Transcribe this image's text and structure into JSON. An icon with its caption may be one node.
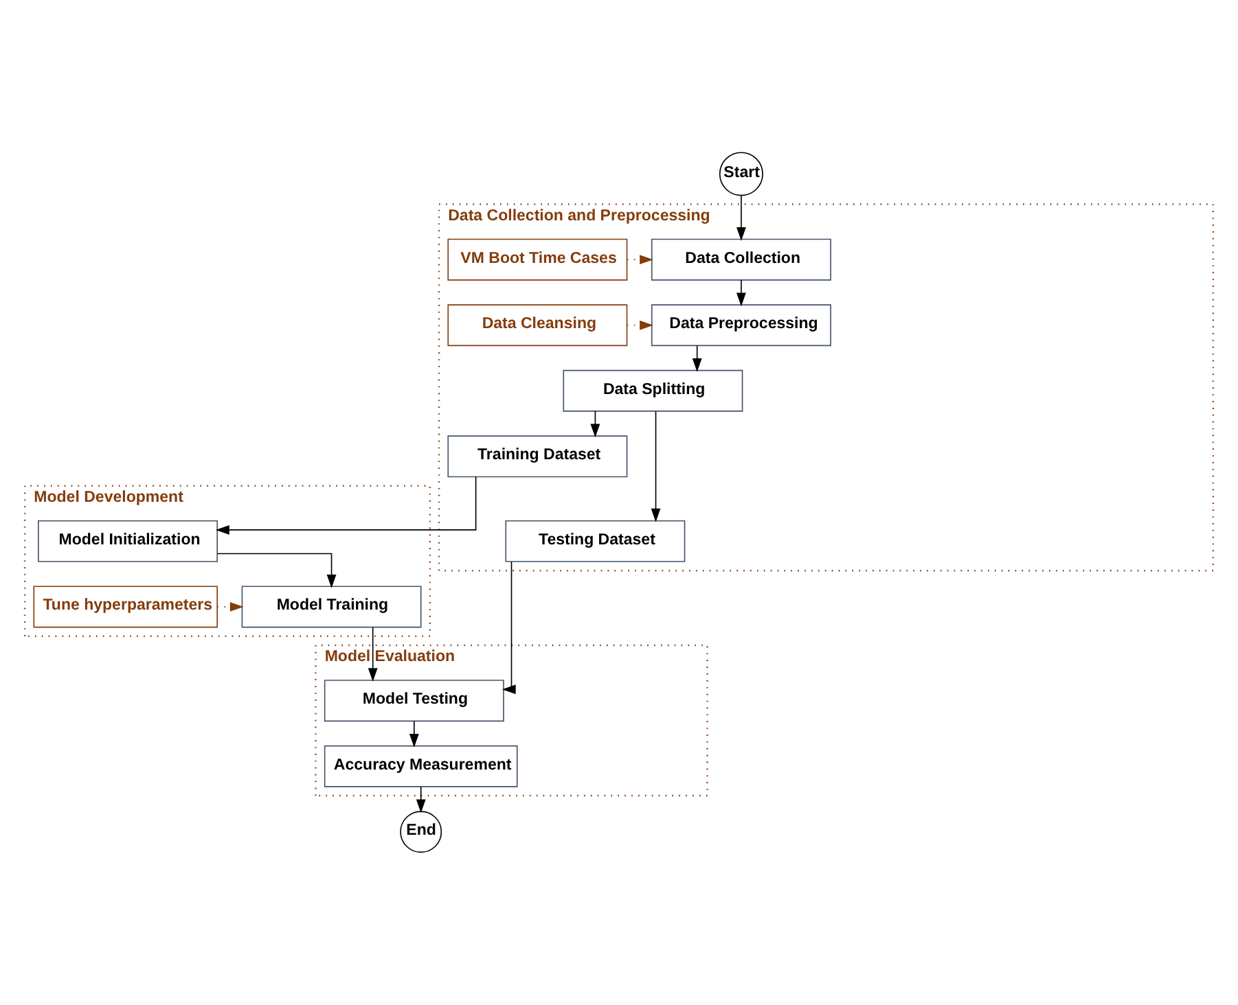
{
  "diagram": {
    "nodes": [
      {
        "text": [
          "Start"
        ]
      },
      {
        "text": [
          "Data Collection and Preprocessing"
        ]
      },
      {
        "text": [
          "Data Collection"
        ],
        "in": 1
      },
      {
        "text": [
          "VM Boot Time Cases"
        ],
        "in": 1
      },
      {
        "text": [
          "Data Preprocessing"
        ],
        "in": 1
      },
      {
        "text": [
          "Data Cleansing"
        ],
        "in": 1
      },
      {
        "text": [
          "Data Splitting"
        ],
        "in": 1
      },
      {
        "text": [
          "Training Dataset"
        ],
        "in": 1
      },
      {
        "text": [
          "Testing Dataset"
        ],
        "in": 1
      },
      {
        "text": [
          "Model Development"
        ]
      },
      {
        "text": [
          "Model Initialization"
        ],
        "in": 9
      },
      {
        "text": [
          "Tune hyperparameters"
        ],
        "in": 9
      },
      {
        "text": [
          "Model Training"
        ],
        "in": 9
      },
      {
        "text": [
          "Model Evaluation"
        ]
      },
      {
        "text": [
          "Model Testing"
        ],
        "in": 13
      },
      {
        "text": [
          "Accuracy Measurement"
        ],
        "in": 13
      },
      {
        "text": [
          "End"
        ]
      }
    ],
    "edges": [
      {
        "from": 0,
        "to": 2,
        "arrow": "to"
      },
      {
        "from": 3,
        "to": 2,
        "arrow": "to",
        "style": "dashed",
        "color": "#843c0c"
      },
      {
        "from": 2,
        "to": 4,
        "arrow": "to"
      },
      {
        "from": 5,
        "to": 4,
        "arrow": "to",
        "style": "dashed",
        "color": "#843c0c"
      },
      {
        "from": 4,
        "to": 6,
        "arrow": "to"
      },
      {
        "from": 6,
        "to": 7,
        "arrow": "to"
      },
      {
        "from": 6,
        "to": 8,
        "arrow": "to"
      },
      {
        "from": 7,
        "to": 10,
        "arrow": "to"
      },
      {
        "from": 10,
        "to": 12,
        "arrow": "to"
      },
      {
        "from": 11,
        "to": 12,
        "arrow": "to",
        "style": "dashed",
        "color": "#843c0c"
      },
      {
        "from": 12,
        "to": 14,
        "arrow": "to"
      },
      {
        "from": 8,
        "to": 14,
        "arrow": "to"
      },
      {
        "from": 14,
        "to": 15,
        "arrow": "to"
      },
      {
        "from": 15,
        "to": 16,
        "arrow": "to"
      }
    ]
  }
}
